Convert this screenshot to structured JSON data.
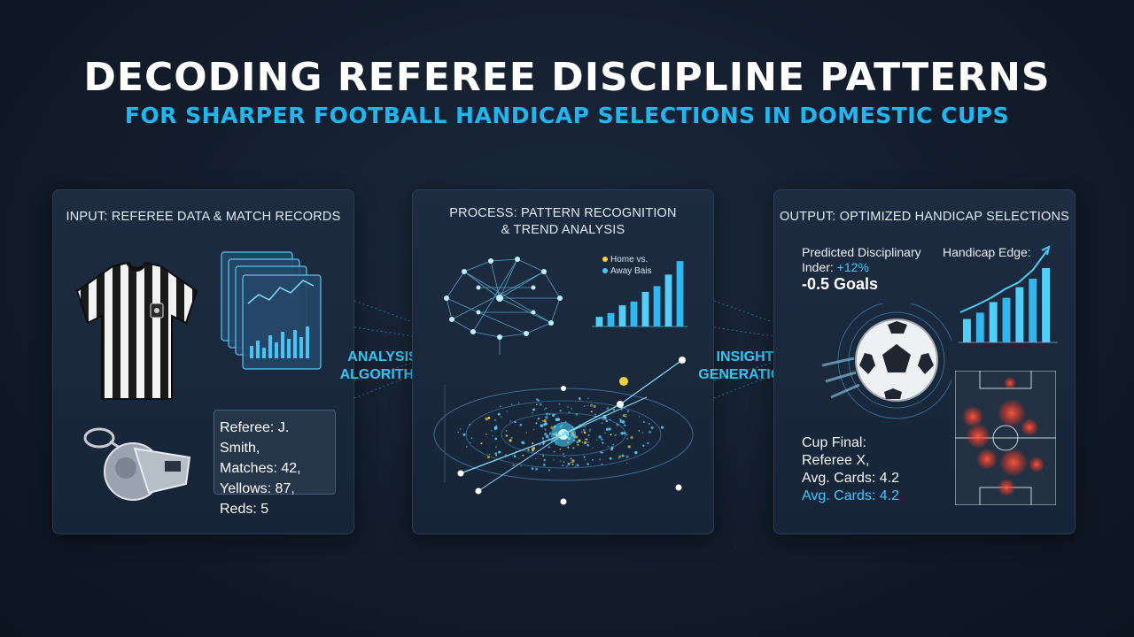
{
  "header": {
    "title": "DECODING REFEREE DISCIPLINE PATTERNS",
    "subtitle": "FOR SHARPER FOOTBALL HANDICAP SELECTIONS IN DOMESTIC CUPS"
  },
  "colors": {
    "accent": "#22b6f0",
    "background": "#121c2b",
    "panel": "#1b293c",
    "highlight_yellow": "#f2d43a",
    "heat_red": "#ff4a3a"
  },
  "panels": {
    "input": {
      "title": "INPUT: REFEREE DATA & MATCH RECORDS",
      "referee_card": [
        "Referee: J. Smith,",
        "Matches: 42,",
        "Yellows: 87,",
        "Reds: 5"
      ],
      "icons": [
        "referee-jersey-icon",
        "whistle-icon",
        "data-documents-icon"
      ]
    },
    "process": {
      "title_line1": "PROCESS: PATTERN RECOGNITION",
      "title_line2": "& TREND ANALYSIS",
      "legend": [
        "Home vs.",
        "Away Bais"
      ],
      "icons": [
        "neural-brain-icon",
        "trend-bar-chart-icon",
        "scatter-cluster-plot-icon"
      ]
    },
    "output": {
      "title": "OUTPUT: OPTIMIZED HANDICAP SELECTIONS",
      "predicted_line1": "Predicted Disciplinary",
      "predicted_line2_prefix": "Inder: ",
      "predicted_change": "+12%",
      "goals": "-0.5 Goals",
      "handicap_edge": "Handicap Edge:",
      "cup_lines": [
        "Cup Final:",
        "Referee X,",
        "Avg. Cards: 4.2"
      ],
      "cup_highlight": "Avg. Cards: 4.2",
      "icons": [
        "soccer-ball-icon",
        "edge-bar-chart-icon",
        "pitch-heatmap-icon"
      ]
    }
  },
  "connectors": {
    "first": [
      "ANALYSIS",
      "ALGORITHM"
    ],
    "second": [
      "INSIGHT",
      "GENERATION"
    ]
  },
  "chart_data": [
    {
      "type": "bar",
      "name": "process-trend",
      "values": [
        1,
        1.4,
        2.2,
        2.6,
        3.6,
        4.2,
        5.4,
        6.8
      ],
      "ylim": [
        0,
        7
      ]
    },
    {
      "type": "bar",
      "name": "output-handicap-edge",
      "values": [
        2.2,
        2.8,
        3.8,
        4.2,
        5.2,
        6.0,
        7.0
      ],
      "ylim": [
        0,
        8
      ]
    }
  ]
}
